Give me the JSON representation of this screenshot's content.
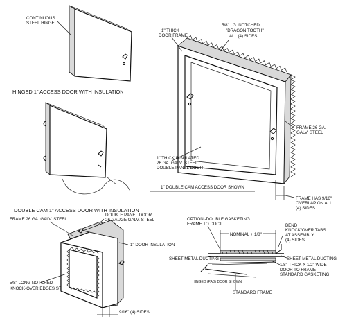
{
  "labels": {
    "continuous_hinge": [
      "CONTINUOUS",
      "STEEL HINGE"
    ],
    "hinged_title": "HINGED 1\" ACCESS DOOR WITH INSULATION",
    "door_frame_top": [
      "1\" THICK",
      "DOOR FRAME"
    ],
    "notched_top": [
      "5/8\" I.G. NOTCHED",
      "\"DRAGON TOOTH\"",
      "ALL (4) SIDES"
    ],
    "frame_right": [
      "FRAME 26 GA.",
      "GALV. STEEL"
    ],
    "insulated_door": [
      "1\" THICK INSULATED",
      "26 GA. GALV. STEEL",
      "DOUBLE PANEL DOOR"
    ],
    "double_cam_shown": "1\" DOUBLE CAM ACCESS DOOR SHOWN",
    "overlap": [
      "FRAME HAS 9/16\"",
      "OVERLAP ON ALL",
      "(4) SIDES"
    ],
    "double_cam_title": "DOUBLE CAM 1\" ACCESS DOOR WITH INSULATION",
    "frame_bottom_left": "FRAME 26 GA. GALV. STEEL",
    "double_panel": [
      "DOUBLE PANEL DOOR",
      "26 GAUGE GALV. STEEL"
    ],
    "door_insulation": "1\" DOOR INSULATION",
    "notched_bottom": [
      "5/8\" LONG NOTCHED",
      "KNOCK-OVER EDGES STANDARD."
    ],
    "sides_dim": "9/16\" (4) SIDES",
    "option_gasket": [
      "OPTION -DOUBLE GASKETING",
      "FRAME TO DUCT"
    ],
    "nominal": "NOMINAL + 1/8\"",
    "bend_tabs": [
      "BEND",
      "KNOCK/OVER TABS",
      "AT ASSEMBLY",
      "(4) SIDES"
    ],
    "duct_left": "SHEET METAL DUCTING",
    "duct_right": "SHEET METAL DUCTING",
    "gasket_note": [
      "1/8\"-THICK X 1/2\" WIDE",
      "DOOR TO FRAME",
      "STANDARD GASKETING"
    ],
    "hinged_pad": "HINGED (PAD) DOOR SHOWN",
    "standard_frame": "STANDARD FRAME"
  }
}
